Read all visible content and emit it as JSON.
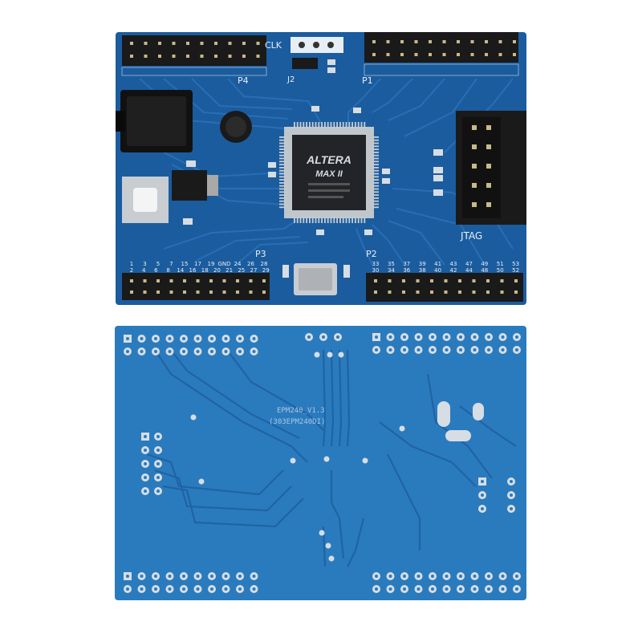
{
  "colors": {
    "pcb_top": "#1b5c9e",
    "pcb_top_dark": "#154d87",
    "pcb_bottom": "#2a7bbd",
    "trace": "#2368ad",
    "silkscreen": "#e8eef5",
    "header_black": "#1a1a1a",
    "pad_gold": "#c9b98a",
    "pad_silver": "#d7dde4"
  },
  "top_board": {
    "chip": {
      "brand": "ALTERA",
      "model": "MAX II"
    },
    "labels": {
      "clk": "CLK",
      "p1": "P1",
      "p2": "P2",
      "p3": "P3",
      "p4": "P4",
      "jtag": "JTAG",
      "j2": "J2"
    },
    "p3_top_row": [
      "1",
      "3",
      "5",
      "7",
      "15",
      "17",
      "19",
      "GND",
      "24",
      "26",
      "28"
    ],
    "p3_bottom_row": [
      "2",
      "4",
      "6",
      "8",
      "14",
      "16",
      "18",
      "20",
      "21",
      "25",
      "27",
      "29"
    ],
    "p2_top_row": [
      "33",
      "35",
      "37",
      "39",
      "41",
      "43",
      "47",
      "49",
      "51",
      "53"
    ],
    "p2_bottom_row": [
      "30",
      "34",
      "36",
      "38",
      "40",
      "42",
      "44",
      "48",
      "50",
      "52"
    ]
  },
  "bottom_board": {
    "version": "EPM240_V1.3",
    "part": "(303EPM240DI)"
  }
}
